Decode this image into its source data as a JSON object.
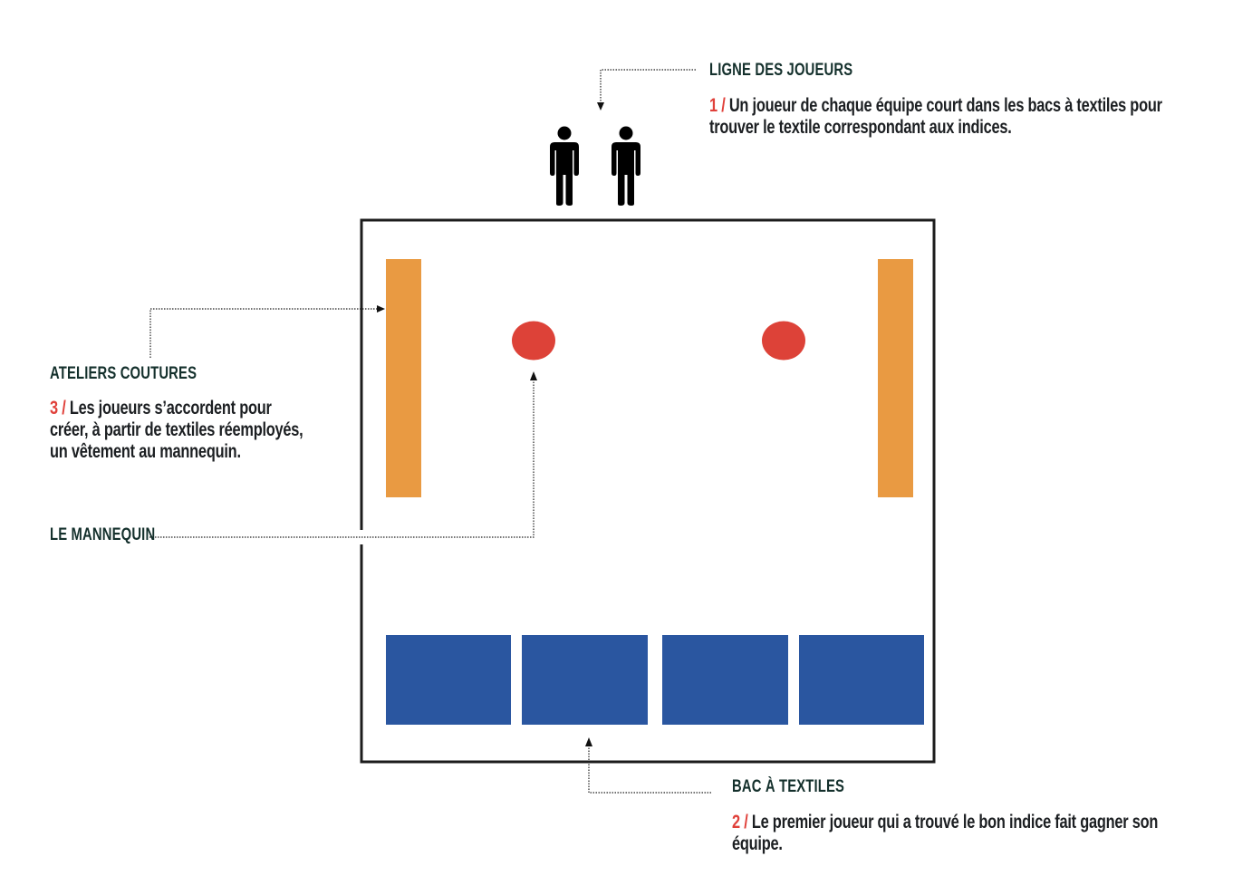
{
  "colors": {
    "border": "#1c1c1c",
    "orange": "#e99a42",
    "red": "#dd4238",
    "blue": "#2a56a0",
    "accent": "#e0403a",
    "heading": "#14302c"
  },
  "players": {
    "heading": "LIGNE DES JOUEURS",
    "step_number": "1 /",
    "lines": [
      "Un joueur de chaque équipe court dans les bacs à textiles pour",
      "trouver le textile correspondant aux indices."
    ]
  },
  "ateliers": {
    "heading": "ATELIERS COUTURES",
    "step_number": "3 /",
    "lines": [
      "Les joueurs s’accordent pour",
      "créer, à partir de textiles réemployés,",
      "un vêtement au mannequin."
    ]
  },
  "mannequin": {
    "heading": "LE MANNEQUIN"
  },
  "bac": {
    "heading": "BAC À TEXTILES",
    "step_number": "2 /",
    "lines": [
      "Le premier joueur qui a trouvé le bon indice fait gagner son",
      "équipe."
    ]
  }
}
